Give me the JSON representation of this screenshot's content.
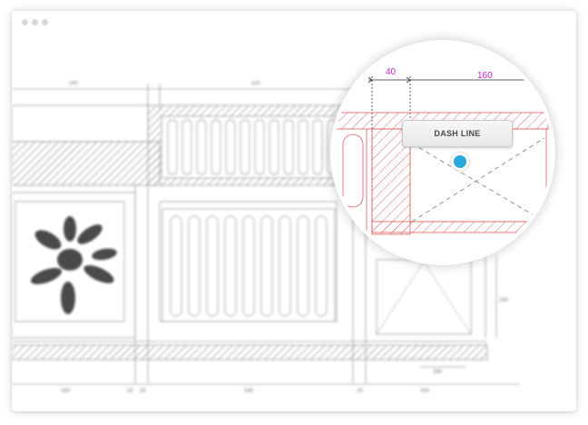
{
  "window": {
    "controls": [
      "window-dot",
      "window-dot",
      "window-dot"
    ]
  },
  "drawing": {
    "dimensions_top": [
      "240",
      "320"
    ],
    "dimensions_bottom": [
      "200",
      "20",
      "20",
      "240",
      "20",
      "200"
    ],
    "dimension_inner": "160",
    "dimension_side": "240"
  },
  "zoom": {
    "dimension_left": "40",
    "dimension_right": "160",
    "tooltip_label": "DASH LINE",
    "accent_color": "#c225c2",
    "handle_color": "#2aa8dc"
  }
}
